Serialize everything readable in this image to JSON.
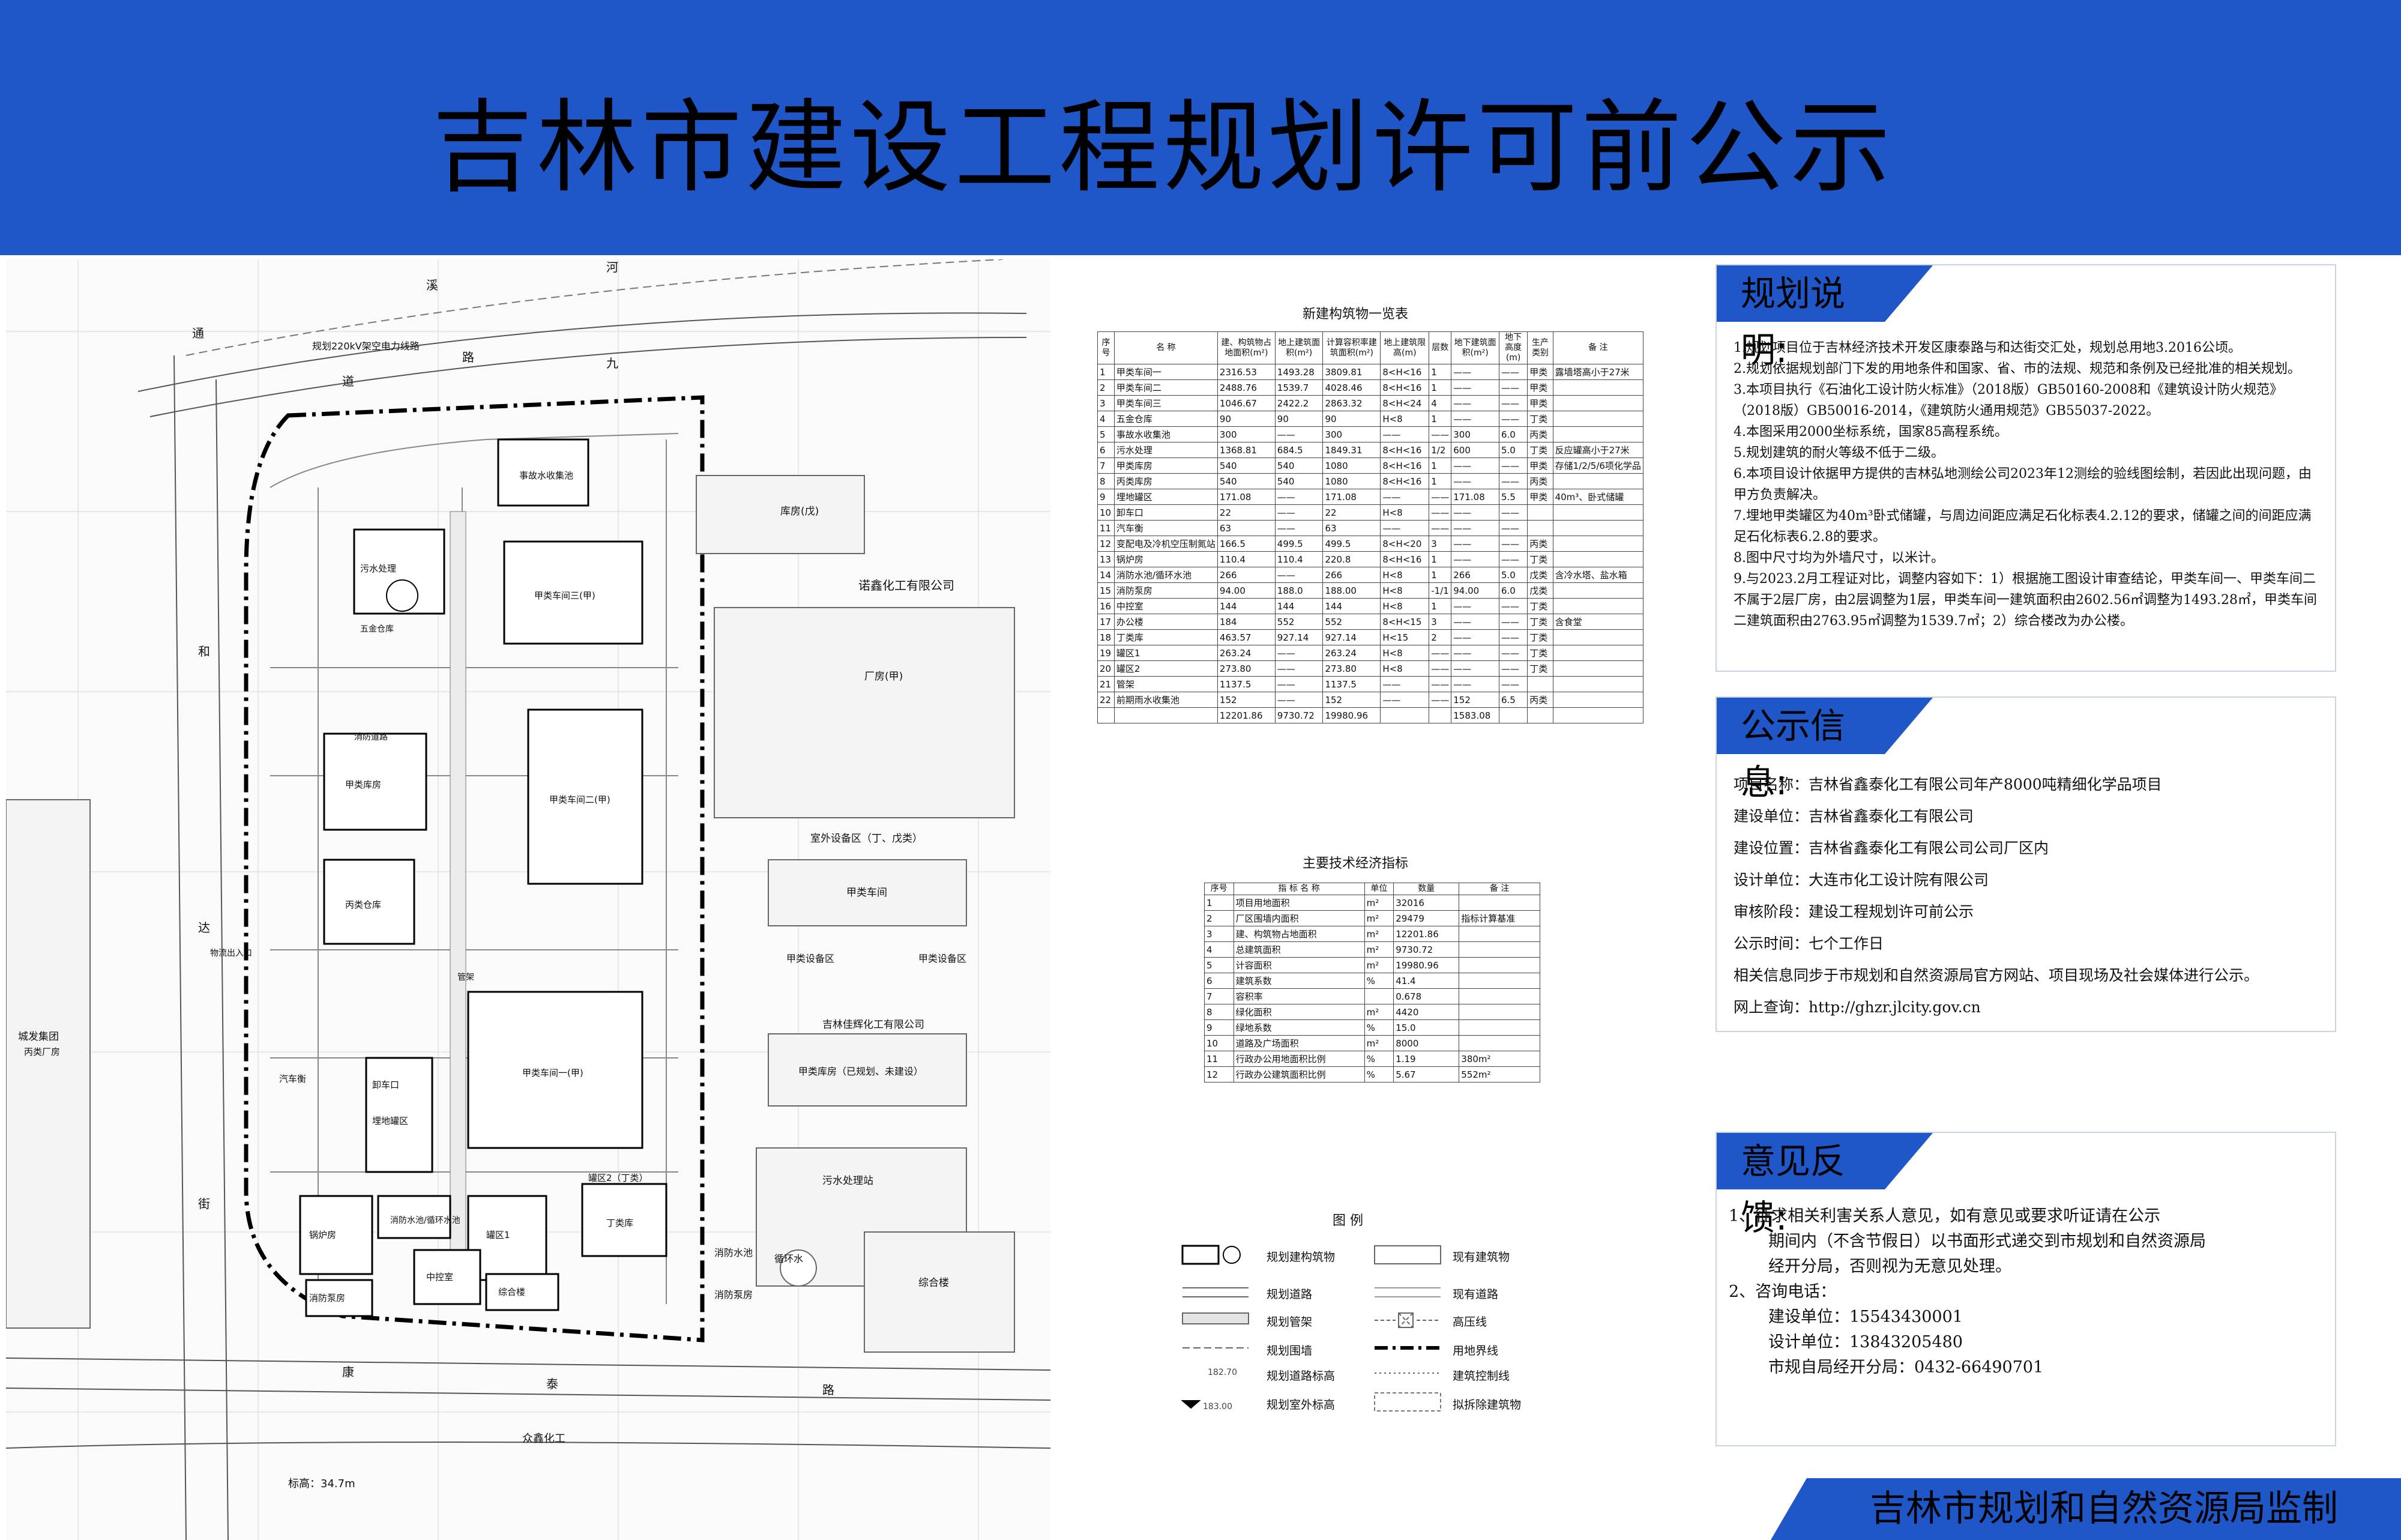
{
  "header": {
    "title": "吉林市建设工程规划许可前公示"
  },
  "map": {
    "labels": {
      "river": "溪",
      "river2": "河",
      "road_north_a": "通",
      "road_north_b": "道",
      "road_north_c": "路",
      "road_jiu": "九",
      "road_dir_top": "规划220kV架空电力线路",
      "road_west_a": "和",
      "road_west_b": "达",
      "road_west_c": "街",
      "road_south_a": "康",
      "road_south_b": "泰",
      "road_south_c": "路",
      "nuoxin": "诺鑫化工有限公司",
      "factory_a": "厂房(甲)",
      "warehouse_b": "库房(戊)",
      "jialian": "吉林佳辉化工有限公司",
      "outdoor_area": "室外设备区（丁、戊类）",
      "jia_workshop": "甲类车间",
      "jia_equip_a": "甲类设备区",
      "jia_equip_b": "甲类设备区",
      "jia_storage": "甲类库房（已规划、未建设）",
      "sewage_station": "污水处理站",
      "zonghe_lou": "综合楼",
      "circulating": "循环水",
      "fire_pool_out": "消防水池",
      "fire_pump_out": "消防泵房",
      "chengfa": "城发集团",
      "bingfang": "丙类厂房",
      "zhongxin": "众鑫化工",
      "elevation": "标高：34.7m",
      "b_workshop3": "甲类车间三(甲)",
      "b_workshop2": "甲类车间二(甲)",
      "b_workshop1": "甲类车间一(甲)",
      "b_jia_store": "甲类库房",
      "b_bing_store": "丙类仓库",
      "b_sewage": "污水处理",
      "b_tank1": "罐区1",
      "b_tank2": "罐区2（丁类）",
      "b_ding_store": "丁类库",
      "b_boiler": "锅炉房",
      "b_fire_pump": "消防泵房",
      "b_control": "中控室",
      "b_office": "综合楼",
      "b_accident": "事故水收集池",
      "b_pipe_rack": "管架",
      "b_unload": "卸车口",
      "b_car": "汽车衡",
      "b_buried": "埋地罐区",
      "b_fire_circ": "消防水池/循环水池",
      "b_fire_road": "消防道路",
      "b_logistics": "物流出入口",
      "b_wuxiao": "五金仓库"
    }
  },
  "buildings_table": {
    "title": "新建构筑物一览表",
    "headers": [
      "序号",
      "名    称",
      "建、构筑物占地面积(m²)",
      "地上建筑面积(m²)",
      "计算容积率建筑面积(m²)",
      "地上建筑限高(m)",
      "层数",
      "地下建筑面积(m²)",
      "地下高度(m)",
      "生产类别",
      "备  注"
    ],
    "rows": [
      [
        "1",
        "甲类车间一",
        "2316.53",
        "1493.28",
        "3809.81",
        "8<H<16",
        "1",
        "——",
        "——",
        "甲类",
        "露墙塔高小于27米"
      ],
      [
        "2",
        "甲类车间二",
        "2488.76",
        "1539.7",
        "4028.46",
        "8<H<16",
        "1",
        "——",
        "——",
        "甲类",
        ""
      ],
      [
        "3",
        "甲类车间三",
        "1046.67",
        "2422.2",
        "2863.32",
        "8<H<24",
        "4",
        "——",
        "——",
        "甲类",
        ""
      ],
      [
        "4",
        "五金仓库",
        "90",
        "90",
        "90",
        "H<8",
        "1",
        "——",
        "——",
        "丁类",
        ""
      ],
      [
        "5",
        "事故水收集池",
        "300",
        "——",
        "300",
        "——",
        "——",
        "300",
        "6.0",
        "丙类",
        ""
      ],
      [
        "6",
        "污水处理",
        "1368.81",
        "684.5",
        "1849.31",
        "8<H<16",
        "1/2",
        "600",
        "5.0",
        "丁类",
        "反应罐高小于27米"
      ],
      [
        "7",
        "甲类库房",
        "540",
        "540",
        "1080",
        "8<H<16",
        "1",
        "——",
        "——",
        "甲类",
        "存储1/2/5/6项化学品"
      ],
      [
        "8",
        "丙类库房",
        "540",
        "540",
        "1080",
        "8<H<16",
        "1",
        "——",
        "——",
        "丙类",
        ""
      ],
      [
        "9",
        "埋地罐区",
        "171.08",
        "——",
        "171.08",
        "——",
        "——",
        "171.08",
        "5.5",
        "甲类",
        "40m³、卧式储罐"
      ],
      [
        "10",
        "卸车口",
        "22",
        "——",
        "22",
        "H<8",
        "——",
        "——",
        "——",
        "",
        ""
      ],
      [
        "11",
        "汽车衡",
        "63",
        "——",
        "63",
        "——",
        "——",
        "——",
        "——",
        "",
        ""
      ],
      [
        "12",
        "变配电及冷机空压制氮站",
        "166.5",
        "499.5",
        "499.5",
        "8<H<20",
        "3",
        "——",
        "——",
        "丙类",
        ""
      ],
      [
        "13",
        "锅炉房",
        "110.4",
        "110.4",
        "220.8",
        "8<H<16",
        "1",
        "——",
        "——",
        "丁类",
        ""
      ],
      [
        "14",
        "消防水池/循环水池",
        "266",
        "——",
        "266",
        "H<8",
        "1",
        "266",
        "5.0",
        "戊类",
        "含冷水塔、盐水箱"
      ],
      [
        "15",
        "消防泵房",
        "94.00",
        "188.0",
        "188.00",
        "H<8",
        "-1/1",
        "94.00",
        "6.0",
        "戊类",
        ""
      ],
      [
        "16",
        "中控室",
        "144",
        "144",
        "144",
        "H<8",
        "1",
        "——",
        "——",
        "丁类",
        ""
      ],
      [
        "17",
        "办公楼",
        "184",
        "552",
        "552",
        "8<H<15",
        "3",
        "——",
        "——",
        "丁类",
        "含食堂"
      ],
      [
        "18",
        "丁类库",
        "463.57",
        "927.14",
        "927.14",
        "H<15",
        "2",
        "——",
        "——",
        "丁类",
        ""
      ],
      [
        "19",
        "罐区1",
        "263.24",
        "——",
        "263.24",
        "H<8",
        "——",
        "——",
        "——",
        "丁类",
        ""
      ],
      [
        "20",
        "罐区2",
        "273.80",
        "——",
        "273.80",
        "H<8",
        "——",
        "——",
        "——",
        "丁类",
        ""
      ],
      [
        "21",
        "管架",
        "1137.5",
        "——",
        "1137.5",
        "——",
        "——",
        "——",
        "——",
        "",
        ""
      ],
      [
        "22",
        "前期雨水收集池",
        "152",
        "——",
        "152",
        "——",
        "——",
        "152",
        "6.5",
        "丙类",
        ""
      ],
      [
        "",
        "",
        "12201.86",
        "9730.72",
        "19980.96",
        "",
        "",
        "1583.08",
        "",
        "",
        ""
      ]
    ]
  },
  "econ_table": {
    "title": "主要技术经济指标",
    "headers": [
      "序号",
      "指    标    名    称",
      "单位",
      "数量",
      "备  注"
    ],
    "rows": [
      [
        "1",
        "项目用地面积",
        "m²",
        "32016",
        ""
      ],
      [
        "2",
        "厂区围墙内面积",
        "m²",
        "29479",
        "指标计算基准"
      ],
      [
        "3",
        "建、构筑物占地面积",
        "m²",
        "12201.86",
        ""
      ],
      [
        "4",
        "总建筑面积",
        "m²",
        "9730.72",
        ""
      ],
      [
        "5",
        "计容面积",
        "m²",
        "19980.96",
        ""
      ],
      [
        "6",
        "建筑系数",
        "%",
        "41.4",
        ""
      ],
      [
        "7",
        "容积率",
        "",
        "0.678",
        ""
      ],
      [
        "8",
        "绿化面积",
        "m²",
        "4420",
        ""
      ],
      [
        "9",
        "绿地系数",
        "%",
        "15.0",
        ""
      ],
      [
        "10",
        "道路及广场面积",
        "m²",
        "8000",
        ""
      ],
      [
        "11",
        "行政办公用地面积比例",
        "%",
        "1.19",
        "380m²"
      ],
      [
        "12",
        "行政办公建筑面积比例",
        "%",
        "5.67",
        "552m²"
      ]
    ]
  },
  "legend": {
    "title": "图  例",
    "items": [
      "规划建构筑物",
      "现有建筑物",
      "规划道路",
      "现有道路",
      "规划管架",
      "高压线",
      "规划围墙",
      "用地界线",
      "规划道路标高",
      "建筑控制线",
      "规划室外标高",
      "拟拆除建筑物"
    ],
    "sample_elev_road": "182.70",
    "sample_elev_out": "183.00"
  },
  "planning_notes": {
    "tag": "规划说明:",
    "lines": [
      "1.规划项目位于吉林经济技术开发区康泰路与和达街交汇处，规划总用地3.2016公顷。",
      "2.规划依据规划部门下发的用地条件和国家、省、市的法规、规范和条例及已经批准的相关规划。",
      "3.本项目执行《石油化工设计防火标准》（2018版）GB50160-2008和《建筑设计防火规范》（2018版）GB50016-2014，《建筑防火通用规范》GB55037-2022。",
      "4.本图采用2000坐标系统，国家85高程系统。",
      "5.规划建筑的耐火等级不低于二级。",
      "6.本项目设计依据甲方提供的吉林弘地测绘公司2023年12测绘的验线图绘制，若因此出现问题，由甲方负责解决。",
      "7.埋地甲类罐区为40m³卧式储罐，与周边间距应满足石化标表4.2.12的要求，储罐之间的间距应满足石化标表6.2.8的要求。",
      "8.图中尺寸均为外墙尺寸，以米计。",
      "9.与2023.2月工程证对比，调整内容如下：1）根据施工图设计审查结论，甲类车间一、甲类车间二不属于2层厂房，由2层调整为1层，甲类车间一建筑面积由2602.56㎡调整为1493.28㎡，甲类车间二建筑面积由2763.95㎡调整为1539.7㎡；2）综合楼改为办公楼。"
    ]
  },
  "public_info": {
    "tag": "公示信息:",
    "lines": [
      "项目名称：吉林省鑫泰化工有限公司年产8000吨精细化学品项目",
      "建设单位：吉林省鑫泰化工有限公司",
      "建设位置：吉林省鑫泰化工有限公司公司厂区内",
      "设计单位：大连市化工设计院有限公司",
      "审核阶段：建设工程规划许可前公示",
      "公示时间：七个工作日",
      "相关信息同步于市规划和自然资源局官方网站、项目现场及社会媒体进行公示。",
      "网上查询：http://ghzr.jlcity.gov.cn"
    ]
  },
  "feedback": {
    "tag": "意见反馈:",
    "lines": [
      "1、征求相关利害关系人意见，如有意见或要求听证请在公示",
      "期间内（不含节假日）以书面形式递交到市规划和自然资源局",
      "经开分局，否则视为无意见处理。",
      "2、咨询电话：",
      "建设单位：15543430001",
      "设计单位：13843205480",
      "市规自局经开分局：0432-66490701"
    ]
  },
  "footer": {
    "text": "吉林市规划和自然资源局监制"
  },
  "colors": {
    "banner": "#1f56c8",
    "panel_border": "#c9d3e6"
  }
}
